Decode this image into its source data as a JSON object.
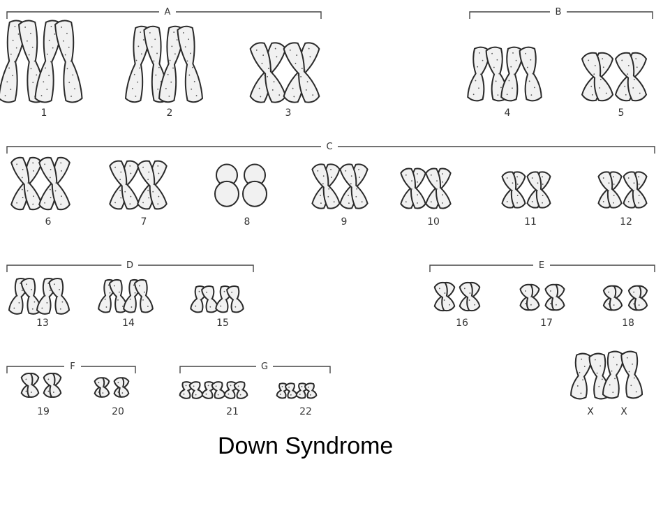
{
  "title": "Down   Syndrome",
  "groups": [
    {
      "letter": "A",
      "chromosomes": [
        "1",
        "2",
        "3"
      ]
    },
    {
      "letter": "B",
      "chromosomes": [
        "4",
        "5"
      ]
    },
    {
      "letter": "C",
      "chromosomes": [
        "6",
        "7",
        "8",
        "9",
        "10",
        "11",
        "12"
      ]
    },
    {
      "letter": "D",
      "chromosomes": [
        "13",
        "14",
        "15"
      ]
    },
    {
      "letter": "E",
      "chromosomes": [
        "16",
        "17",
        "18"
      ]
    },
    {
      "letter": "F",
      "chromosomes": [
        "19",
        "20"
      ]
    },
    {
      "letter": "G",
      "chromosomes": [
        "21",
        "22"
      ]
    }
  ],
  "sex_chromosomes": [
    "X",
    "X"
  ],
  "copy_counts": {
    "21": 3
  },
  "colors": {
    "chromosome_fill": "#f1f1f1",
    "outline": "#2a2a2a",
    "background": "#ffffff"
  }
}
